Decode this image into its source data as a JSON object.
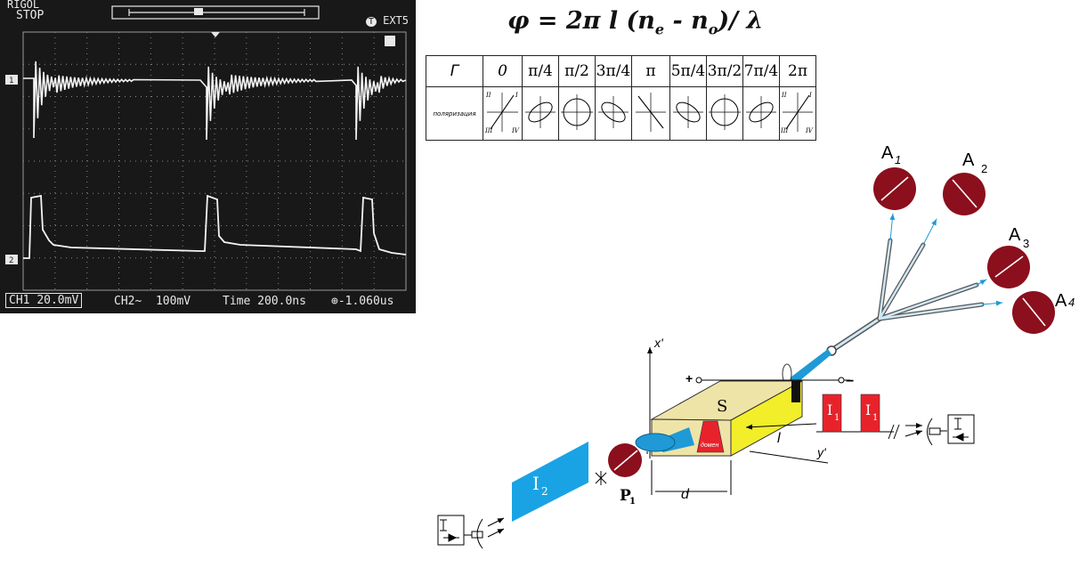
{
  "oscilloscope": {
    "brand": "RIGOL",
    "state": "STOP",
    "trigger_label": "EXT5",
    "trigger_marker": "T",
    "channel1_marker": "1",
    "channel2_marker": "2",
    "ch1_scale": "20.0mV",
    "ch2_scale": "CH2~  100mV",
    "time_scale": "Time 200.0ns",
    "trigger_offset": "-1.060us"
  },
  "formula": "φ = 2π l (n_e - n_o)/λ",
  "table": {
    "gamma_label": "Γ",
    "row_label": "поляризация",
    "phases": [
      "0",
      "π/4",
      "π/2",
      "3π/4",
      "π",
      "5π/4",
      "3π/2",
      "7π/4",
      "2π"
    ],
    "quadrant_labels": [
      "II",
      "I",
      "III",
      "IV"
    ]
  },
  "diagram": {
    "analyzers": [
      "A",
      "A",
      "A",
      "A"
    ],
    "analyzer_subscripts": [
      "1",
      "2",
      "3",
      "4"
    ],
    "crystal_label": "S",
    "domain_label": "домен",
    "pulse_label": "I",
    "pulse_sub": "1",
    "i2_label": "I",
    "i2_sub": "2",
    "polarizer_label": "P",
    "polarizer_sub": "1",
    "axis_x": "x'",
    "axis_y": "y'",
    "dim_l": "l",
    "dim_d": "d",
    "plus": "+",
    "minus": "−",
    "colors": {
      "analyzer": "#8b0f1c",
      "crystal_top": "#efe4a8",
      "crystal_side": "#f2ee2a",
      "pulse": "#e8222b",
      "beam": "#1f9ad6",
      "i2": "#1aa3e4"
    }
  }
}
